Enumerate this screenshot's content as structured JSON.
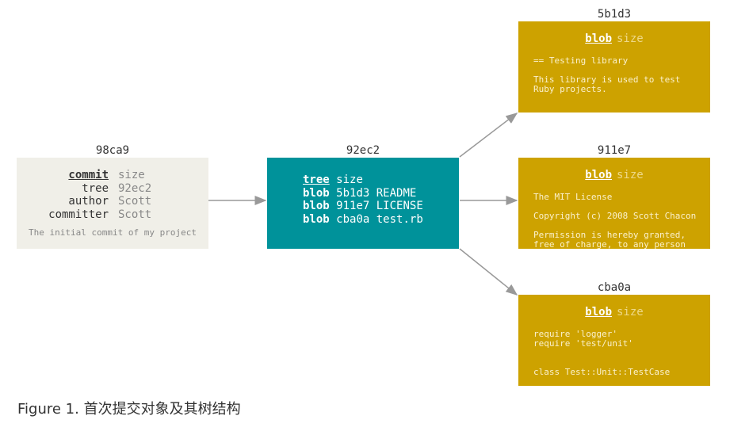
{
  "commit": {
    "id": "98ca9",
    "header": {
      "key": "commit",
      "value": "size"
    },
    "fields": [
      {
        "key": "tree",
        "value": "92ec2"
      },
      {
        "key": "author",
        "value": "Scott"
      },
      {
        "key": "committer",
        "value": "Scott"
      }
    ],
    "message": "The initial commit of my project"
  },
  "tree": {
    "id": "92ec2",
    "header": {
      "key": "tree",
      "value": "size"
    },
    "entries": [
      {
        "type": "blob",
        "hash": "5b1d3",
        "name": "README"
      },
      {
        "type": "blob",
        "hash": "911e7",
        "name": "LICENSE"
      },
      {
        "type": "blob",
        "hash": "cba0a",
        "name": "test.rb"
      }
    ]
  },
  "blobs": [
    {
      "id": "5b1d3",
      "key": "blob",
      "value": "size",
      "content": "== Testing library\n\nThis library is used to test\nRuby projects."
    },
    {
      "id": "911e7",
      "key": "blob",
      "value": "size",
      "content": "The MIT License\n\nCopyright (c) 2008 Scott Chacon\n\nPermission is hereby granted,\nfree of charge, to any person"
    },
    {
      "id": "cba0a",
      "key": "blob",
      "value": "size",
      "content": "require 'logger'\nrequire 'test/unit'\n\n\nclass Test::Unit::TestCase"
    }
  ],
  "caption": "Figure 1. 首次提交对象及其树结构",
  "colors": {
    "commit": "#f0efe8",
    "tree": "#00929a",
    "blob": "#cda200",
    "arrow": "#999999"
  }
}
